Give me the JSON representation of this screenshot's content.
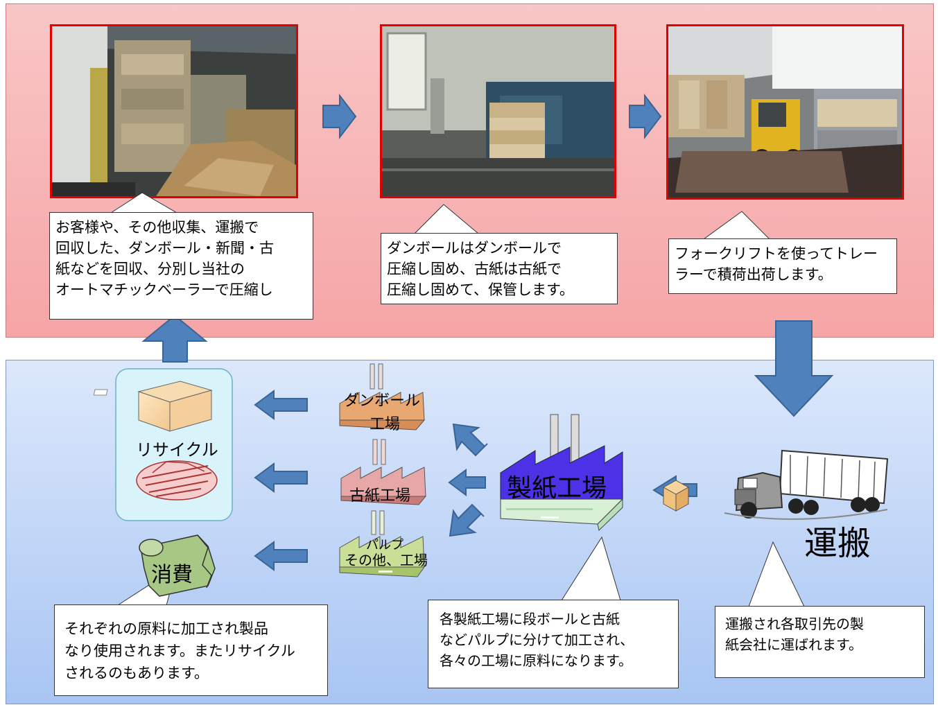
{
  "callouts": {
    "collect": "お客様や、その他収集、運搬で\n回収した、ダンボール・新聞・古\n紙などを回収、分別し当社の\nオートマチックベーラーで圧縮し",
    "compress": "ダンボールはダンボールで\n圧縮し固め、古紙は古紙で\n圧縮し固めて、保管します。",
    "forklift": "フォークリフトを使ってトレー\nラーで積荷出荷します。",
    "consume": "それぞれの原料に加工され製品\nなり使用されます。またリサイクル\nされるのもあります。",
    "paper_mill": "各製紙工場に段ボールと古紙\nなどパルプに分けて加工され、\n各々の工場に原料になります。",
    "transport": "運搬され各取引先の製\n紙会社に運ばれます。"
  },
  "labels": {
    "recycle": "リサイクル",
    "consume": "消費",
    "cardboard_factory_1": "ダンボール",
    "cardboard_factory_2": "工場",
    "wastepaper_factory": "古紙工場",
    "pulp_factory_1": "パルプ",
    "pulp_factory_2": "その他、工場",
    "paper_mill": "製紙工場",
    "transport": "運搬"
  },
  "colors": {
    "top_panel": "#f6a5a6",
    "bottom_panel": "#a8c5f3",
    "arrow": "#4f81bd",
    "photo_border": "#e00000",
    "recycle_box": "#d9f3fb",
    "mill_roof": "#4b32e6"
  }
}
